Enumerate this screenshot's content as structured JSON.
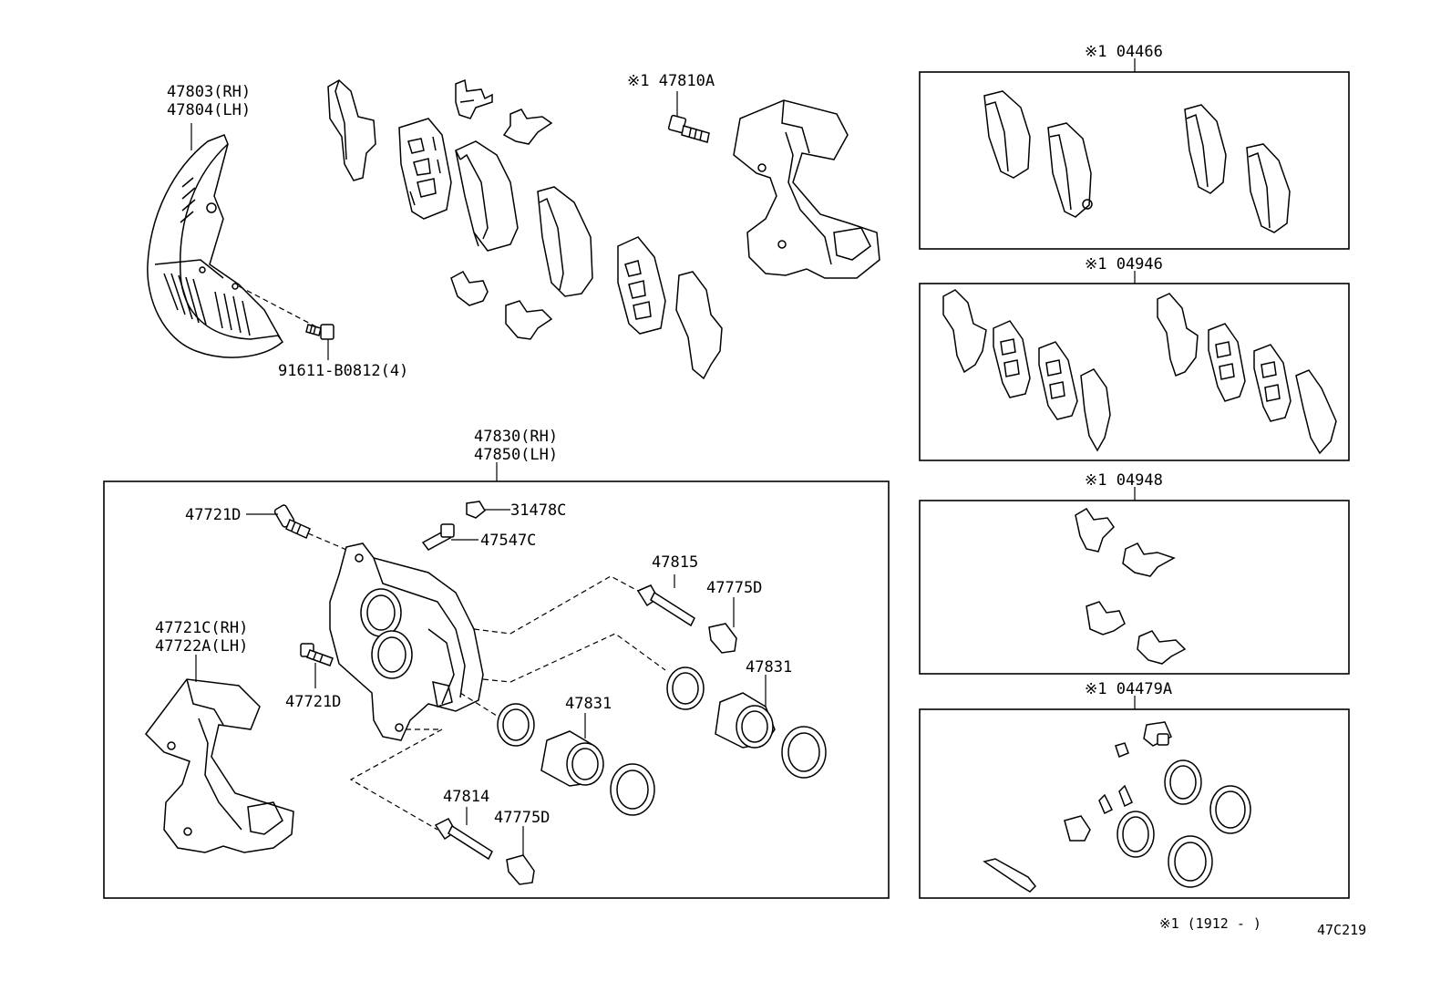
{
  "labels": {
    "shield": [
      "47803(RH)",
      "47804(LH)"
    ],
    "shield_bolt": "91611-B0812(4)",
    "caliper_mount_bolt": "※1 47810A",
    "caliper_assy": [
      "47830(RH)",
      "47850(LH)"
    ],
    "bolt_47721d_top": "47721D",
    "cap_31478c": "31478C",
    "bleeder_47547c": "47547C",
    "pin_47815": "47815",
    "boot_47775d_upper": "47775D",
    "piston_47831_right": "47831",
    "piston_47831_center": "47831",
    "mounting": [
      "47721C(RH)",
      "47722A(LH)"
    ],
    "bolt_47721d_bottom": "47721D",
    "pin_47814": "47814",
    "boot_47775d_lower": "47775D"
  },
  "kits": [
    {
      "label": "※1 04466"
    },
    {
      "label": "※1 04946"
    },
    {
      "label": "※1 04948"
    },
    {
      "label": "※1 04479A"
    }
  ],
  "footnote": "※1 (1912 -      )",
  "diagram_code": "47C219"
}
